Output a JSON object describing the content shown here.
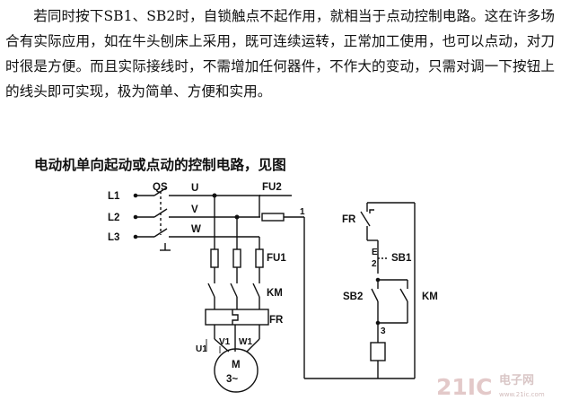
{
  "paragraph": [
    "若同时按下SB1、SB2时，自锁触点不起作用，就相当于点动控制电路。这在许多场合有实际应用，如在牛头刨床上采用，既可连续运转，正常加工使用，也可以点动，对刀时很是方便。而且实际接线时，不需增加任何器件，不作大的变动，只需对调一下按钮上的线头即可实现，极为简单、方便和实用。"
  ],
  "figure_caption": "电动机单向起动或点动的控制电路，见图",
  "diagram": {
    "line_labels": {
      "l1": "L1",
      "l2": "L2",
      "l3": "L3"
    },
    "switch_label": "QS",
    "phase_labels": {
      "u": "U",
      "v": "V",
      "w": "W"
    },
    "fuse_labels": {
      "fu1": "FU1",
      "fu2": "FU2"
    },
    "contactor_label": "KM",
    "overload_label": "FR",
    "motor_terminals": {
      "u1": "U1",
      "v1": "V1",
      "w1": "W1"
    },
    "motor": {
      "label": "M",
      "rating": "3~"
    },
    "control_labels": {
      "fr_contact": "FR",
      "sb1": "SB1",
      "sb2": "SB2",
      "km_aux": "KM",
      "node_1": "1",
      "node_2": "2",
      "node_3": "3",
      "node_e": "E"
    },
    "ground_mark": "⊥"
  },
  "watermark": {
    "brand_num": "21IC",
    "brand_cn": "电子网",
    "url": "www.21ic.com"
  }
}
